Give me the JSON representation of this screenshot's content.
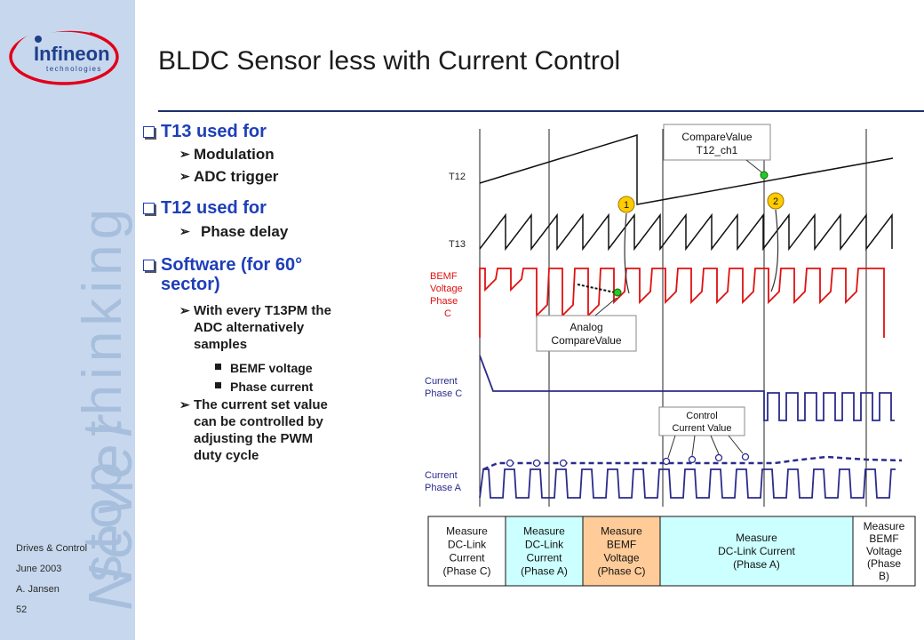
{
  "slide": {
    "title": "BLDC Sensor less with Current Control"
  },
  "logo": {
    "brand": "Infineon",
    "sub": "technologies"
  },
  "tagline": {
    "line1": "stop thinking",
    "line2": "Never"
  },
  "footer": {
    "dept": "Drives & Control",
    "date": "June 2003",
    "author": "A. Jansen",
    "page": "52"
  },
  "bullets": {
    "t13": {
      "head": "T13 used for",
      "items": [
        "Modulation",
        "ADC trigger"
      ]
    },
    "t12": {
      "head": "T12 used for",
      "items": [
        "Phase delay"
      ]
    },
    "sw": {
      "head_l1": "Software (for 60°",
      "head_l2": "sector)",
      "item1": [
        "With every T13PM the",
        "ADC alternatively",
        "samples"
      ],
      "subitems": [
        "BEMF voltage",
        "Phase current"
      ],
      "item2": [
        "The current set value",
        "can be controlled by",
        "adjusting the PWM",
        "duty cycle"
      ]
    }
  },
  "diagram": {
    "labels": {
      "t12": "T12",
      "t13": "T13",
      "bemf": [
        "BEMF",
        "Voltage",
        "Phase",
        "C"
      ],
      "current_c": [
        "Current",
        "Phase C"
      ],
      "current_a": [
        "Current",
        "Phase A"
      ]
    },
    "callouts": {
      "compare": [
        "CompareValue",
        "T12_ch1"
      ],
      "analog": [
        "Analog",
        "CompareValue"
      ],
      "control": [
        "Control",
        "Current Value"
      ],
      "marker1": "1",
      "marker2": "2"
    },
    "table": [
      {
        "lines": [
          "Measure",
          "DC-Link",
          "Current",
          "(Phase C)"
        ],
        "color": "#ffffff"
      },
      {
        "lines": [
          "Measure",
          "DC-Link",
          "Current",
          "(Phase A)"
        ],
        "color": "#ccffff"
      },
      {
        "lines": [
          "Measure",
          "BEMF",
          "Voltage",
          "(Phase C)"
        ],
        "color": "#ffcc99"
      },
      {
        "lines": [
          "Measure",
          "DC-Link Current",
          "(Phase A)"
        ],
        "color": "#ccffff"
      },
      {
        "lines": [
          "Measure",
          "BEMF",
          "Voltage",
          "(Phase",
          "B)"
        ],
        "color": "#ffffff"
      }
    ],
    "colors": {
      "t_lines": "#111111",
      "bemf": "#e01010",
      "current": "#2b2b8c",
      "marker": "#ffcc00",
      "dot": "#22cc22"
    }
  }
}
